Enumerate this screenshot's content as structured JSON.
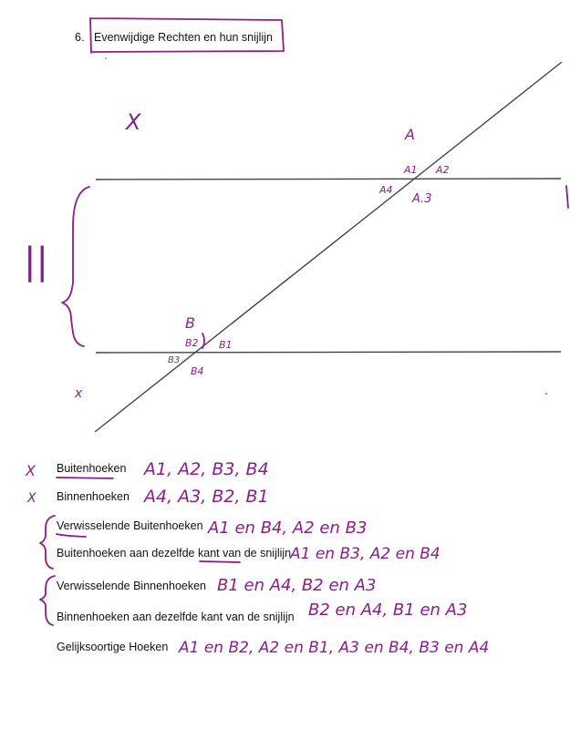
{
  "heading": {
    "number": "6.",
    "title": "Evenwijdige Rechten en hun snijlijn"
  },
  "ink_color": "#8b1e8a",
  "figure": {
    "label_X_top": "X",
    "label_x_bottom": "x",
    "parallel_mark": "||",
    "point_A": "A",
    "point_B": "B",
    "angles_A": [
      "A1",
      "A2",
      "A.3",
      "A4"
    ],
    "angles_B": [
      "B1",
      "B2",
      "B3",
      "B4"
    ]
  },
  "rows": [
    {
      "mark": "X",
      "label": "Buitenhoeken",
      "answer": "A1, A2, B3, B4"
    },
    {
      "mark": "X",
      "label": "Binnenhoeken",
      "answer": "A4, A3, B2, B1"
    },
    {
      "mark": "",
      "label": "Verwisselende Buitenhoeken",
      "answer": "A1 en B4, A2 en B3"
    },
    {
      "mark": "",
      "label": "Buitenhoeken aan dezelfde kant van de snijlijn",
      "answer": "A1 en B3, A2 en B4"
    },
    {
      "mark": "",
      "label": "Verwisselende Binnenhoeken",
      "answer": "B1 en A4, B2 en A3"
    },
    {
      "mark": "",
      "label": "Binnenhoeken aan dezelfde kant van de snijlijn",
      "answer": "B2 en A4, B1 en A3"
    },
    {
      "mark": "",
      "label": "Gelijksoortige Hoeken",
      "answer": "A1 en B2, A2 en B1, A3 en B4, B3 en A4"
    }
  ]
}
